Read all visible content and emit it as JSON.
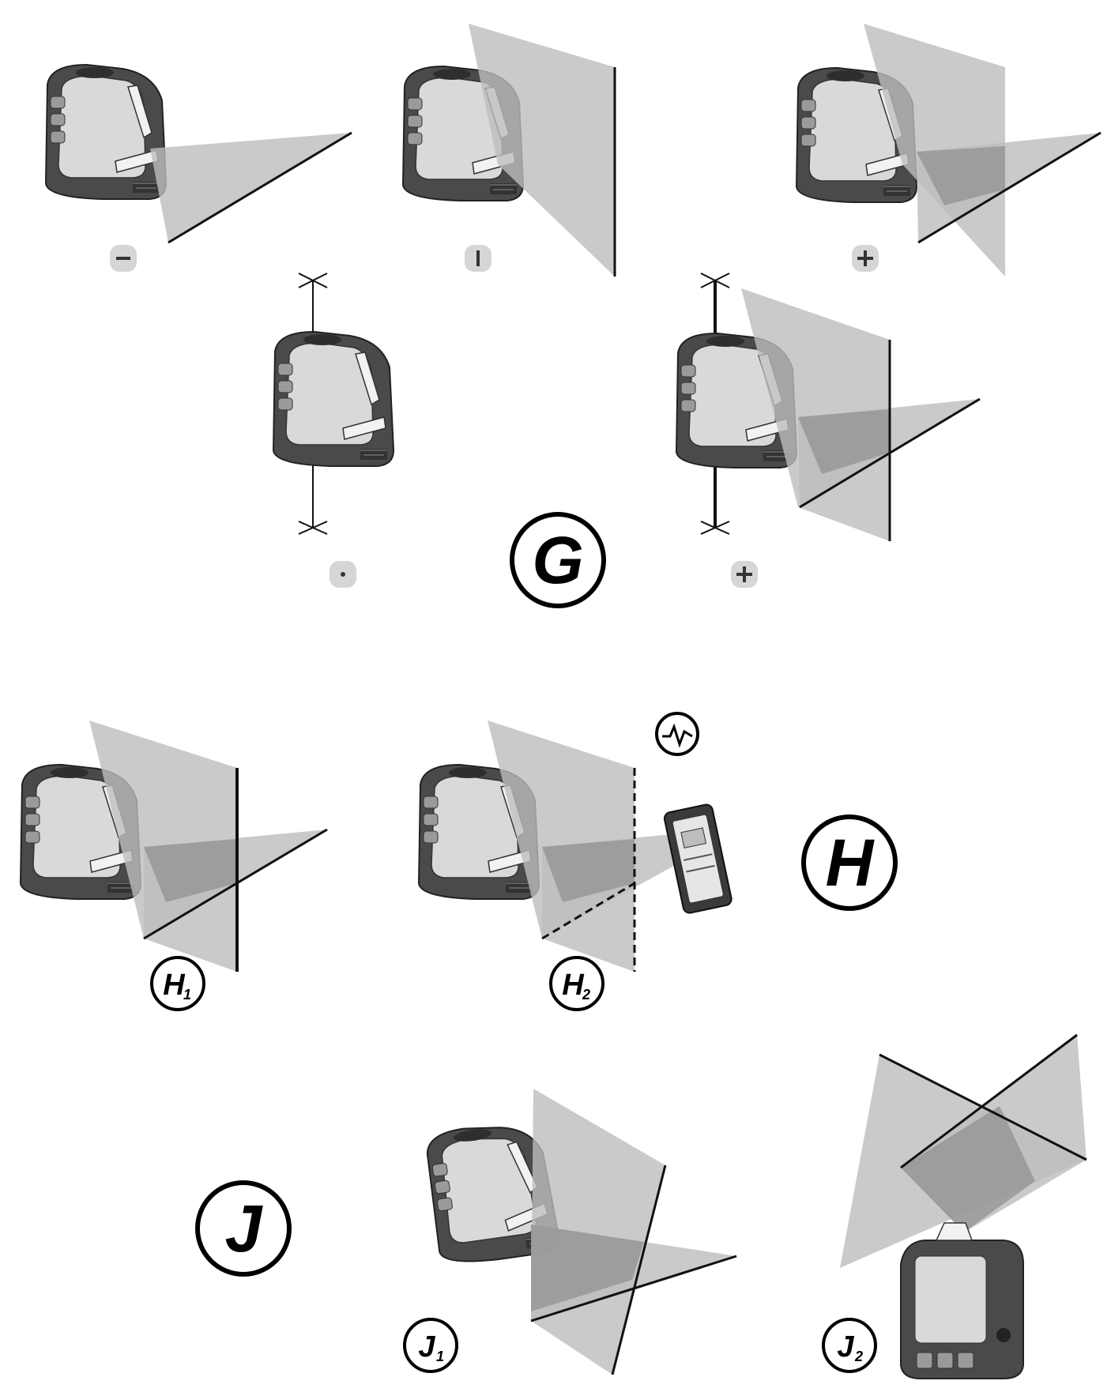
{
  "labels": {
    "g": "G",
    "h": "H",
    "h1_letter": "H",
    "h1_sub": "1",
    "h2_letter": "H",
    "h2_sub": "2",
    "j": "J",
    "j1_letter": "J",
    "j1_sub": "1",
    "j2_letter": "J",
    "j2_sub": "2"
  },
  "colors": {
    "plane_fill": "#bdbdbd",
    "overlap_fill": "#8f8f8f",
    "device_body": "#4a4a4a",
    "device_face": "#d9d9d9",
    "line": "#111111",
    "icon_bg": "#d6d6d6"
  },
  "icons": {
    "mode_horizontal": "horizontal-line-icon",
    "mode_vertical": "vertical-line-icon",
    "mode_cross": "cross-lines-icon",
    "mode_plumb": "plumb-dot-icon",
    "mode_cross_plumb": "cross-plumb-icon",
    "pulse": "pulse-wave-icon"
  }
}
